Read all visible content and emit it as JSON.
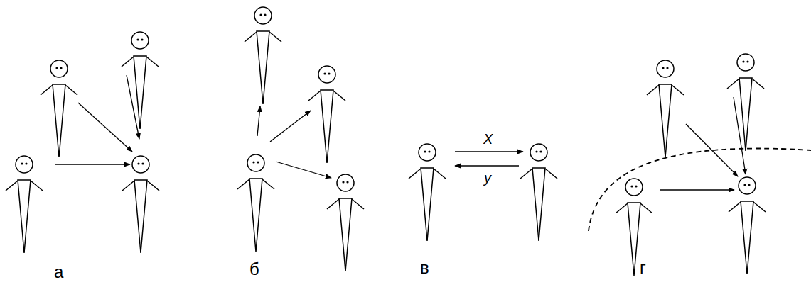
{
  "diagram": {
    "labels": [
      "а",
      "б",
      "в",
      "г",
      "X",
      "y"
    ]
  }
}
